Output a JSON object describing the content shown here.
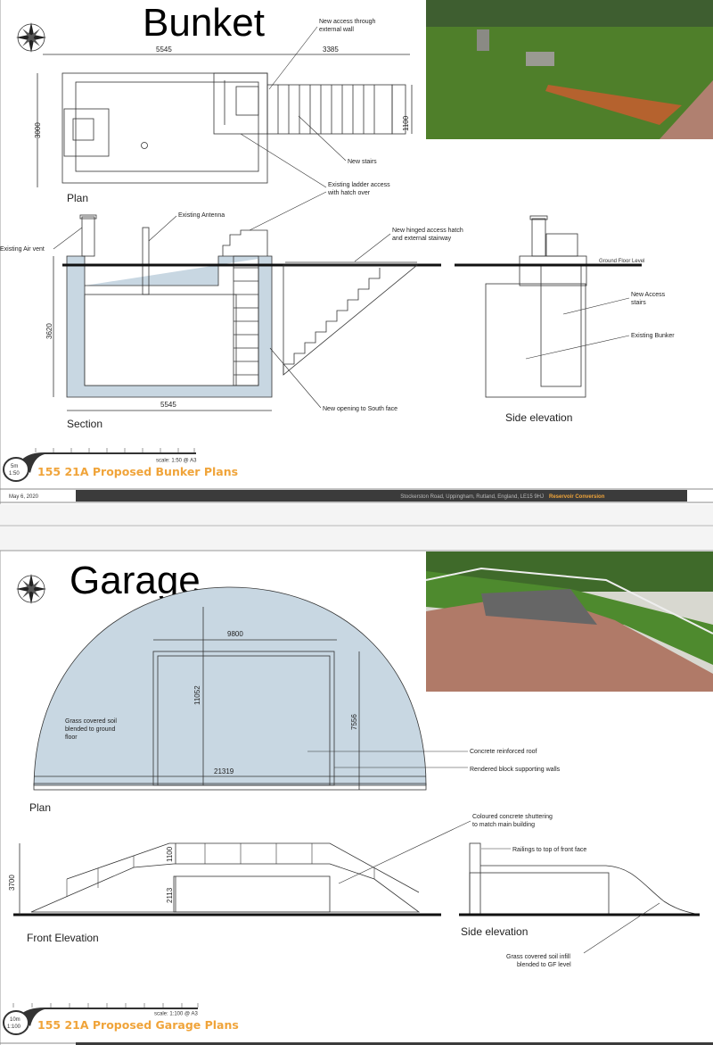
{
  "colors": {
    "accent": "#f0a43a",
    "footer_bar": "#3b3b3b",
    "structure_fill": "#c8d7e2",
    "grass": "#5a8a2e"
  },
  "sheet1": {
    "title": "Bunket",
    "compass_icon": "compass-rose-icon",
    "plan": {
      "caption": "Plan",
      "dims": {
        "width": "5545",
        "stairs": "3385",
        "depth": "3000",
        "stair_width": "1100"
      },
      "notes": {
        "access_line1": "New access through",
        "access_line2": "external wall",
        "new_stairs": "New stairs",
        "ladder_line1": "Existing ladder access",
        "ladder_line2": "with hatch over"
      }
    },
    "section": {
      "caption": "Section",
      "dims": {
        "height": "3620",
        "width": "5545"
      },
      "notes": {
        "air_vent": "Existing Air vent",
        "antenna": "Existing Antenna",
        "hatch_line1": "New hinged access hatch",
        "hatch_line2": "and external stairway",
        "south_opening": "New opening to South face"
      }
    },
    "side_elevation": {
      "caption": "Side elevation",
      "notes": {
        "ground": "Ground Floor Level",
        "stairs_line1": "New Access",
        "stairs_line2": "stairs",
        "bunker": "Existing Bunker"
      }
    },
    "scale_badge": {
      "length": "5m",
      "ratio": "1:50"
    },
    "scale_text": "scale: 1:50 @ A3",
    "sheet_title": "155 21A Proposed Bunker Plans",
    "footer": {
      "date": "May 6, 2020",
      "address": "Stockerston Road, Uppingham, Rutland,  England, LE15 9HJ",
      "project": "Reservoir Conversion"
    }
  },
  "sheet2": {
    "title": "Garage",
    "compass_icon": "compass-rose-icon",
    "plan": {
      "caption": "Plan",
      "dims": {
        "opening": "9800",
        "height": "11052",
        "wall": "7556",
        "width": "21319"
      },
      "notes": {
        "grass_line1": "Grass covered soil",
        "grass_line2": "blended to ground",
        "grass_line3": "floor",
        "roof": "Concrete reinforced roof",
        "walls": "Rendered block supporting walls"
      }
    },
    "front_elevation": {
      "caption": "Front Elevation",
      "dims": {
        "height": "3700",
        "railing": "1100",
        "opening": "2113"
      },
      "notes": {
        "shutter_line1": "Coloured concrete shuttering",
        "shutter_line2": "to match main building"
      }
    },
    "side_elevation": {
      "caption": "Side elevation",
      "notes": {
        "railings": "Railings to top of front face",
        "infill_line1": "Grass covered soil infill",
        "infill_line2": "blended to GF level"
      }
    },
    "scale_badge": {
      "length": "10m",
      "ratio": "1:100"
    },
    "scale_text": "scale: 1:100 @ A3",
    "sheet_title": "155 21A Proposed Garage Plans"
  }
}
